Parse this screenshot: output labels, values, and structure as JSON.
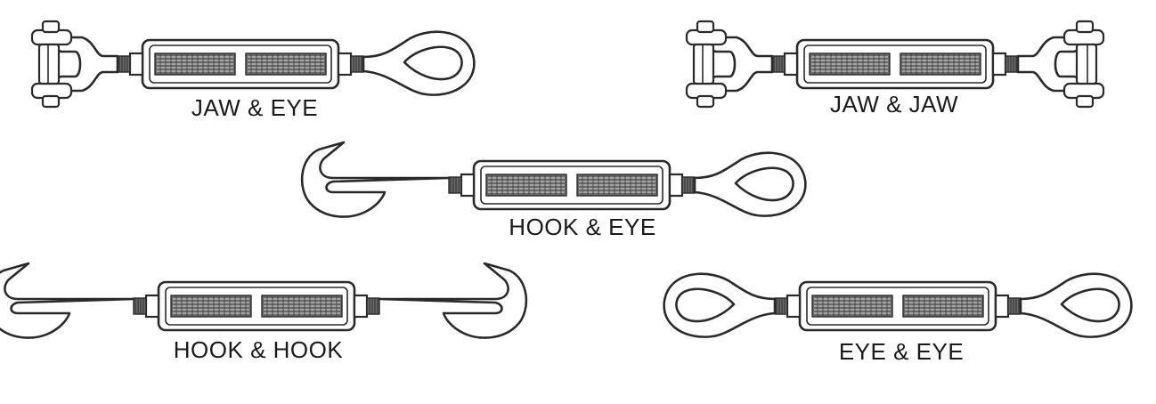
{
  "colors": {
    "background": "#ffffff",
    "ink": "#2a2a2a",
    "thread": "#6a6a6a"
  },
  "turnbuckles": [
    {
      "id": "jaw-eye",
      "label": "JAW & EYE",
      "left_end": "jaw",
      "right_end": "eye"
    },
    {
      "id": "jaw-jaw",
      "label": "JAW & JAW",
      "left_end": "jaw",
      "right_end": "jaw"
    },
    {
      "id": "hook-eye",
      "label": "HOOK & EYE",
      "left_end": "hook",
      "right_end": "eye"
    },
    {
      "id": "hook-hook",
      "label": "HOOK & HOOK",
      "left_end": "hook",
      "right_end": "hook"
    },
    {
      "id": "eye-eye",
      "label": "EYE & EYE",
      "left_end": "eye",
      "right_end": "eye"
    }
  ]
}
